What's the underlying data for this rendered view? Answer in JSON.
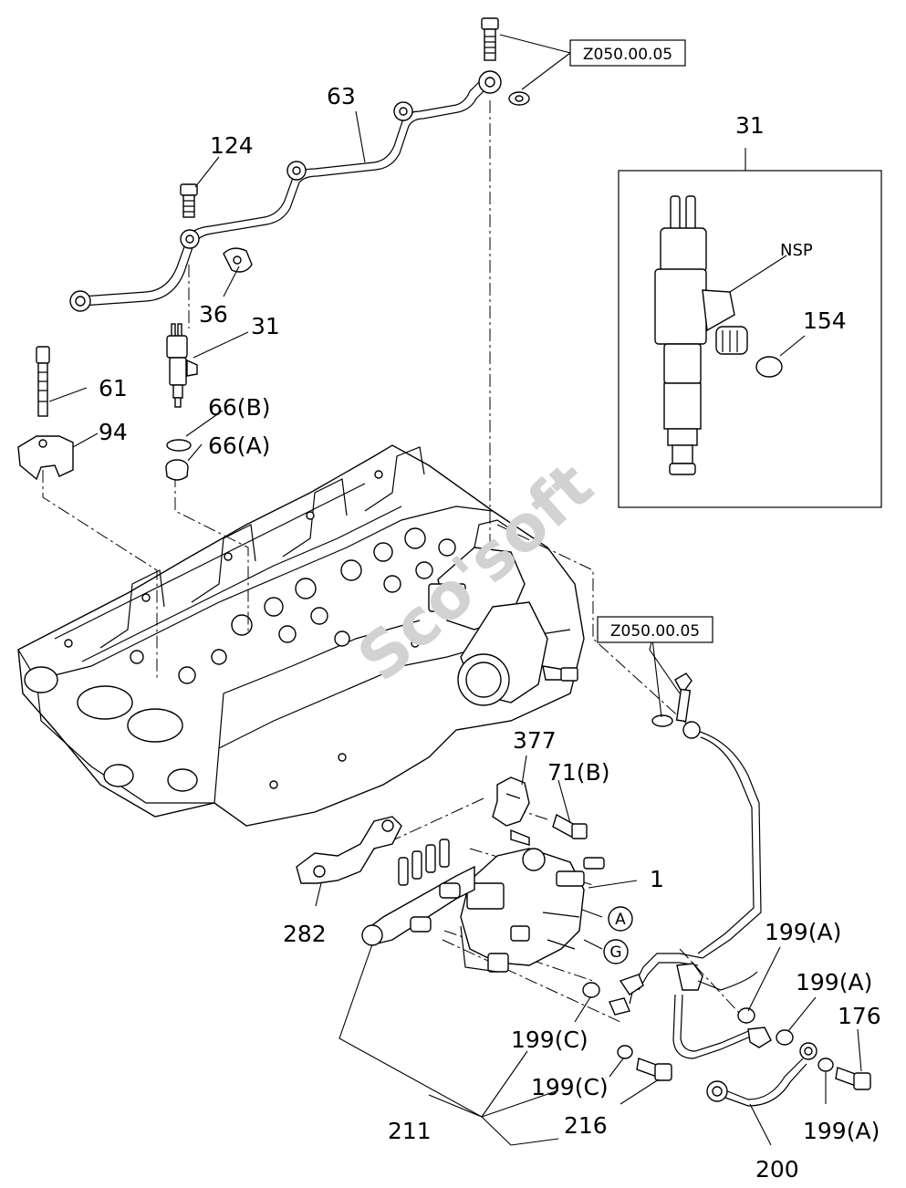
{
  "watermark": "Sco'soft",
  "reference_boxes": [
    {
      "id": "ref-top",
      "text": "Z050.00.05"
    },
    {
      "id": "ref-right",
      "text": "Z050.00.05"
    }
  ],
  "detail_box": {
    "title": "31",
    "note": "NSP",
    "part": "154"
  },
  "labels": {
    "p63": "63",
    "p124": "124",
    "p36": "36",
    "p31": "31",
    "p61": "61",
    "p94": "94",
    "p66b": "66(B)",
    "p66a": "66(A)",
    "p377": "377",
    "p71b": "71(B)",
    "p1": "1",
    "p282": "282",
    "p199a_1": "199(A)",
    "p199a_2": "199(A)",
    "p199a_3": "199(A)",
    "p176": "176",
    "p199c_1": "199(C)",
    "p199c_2": "199(C)",
    "p216": "216",
    "p211": "211",
    "p200": "200"
  },
  "circle_refs": {
    "a": "A",
    "g": "G"
  },
  "colors": {
    "line": "#000000",
    "background": "#ffffff",
    "watermark": "#d2d2d2"
  }
}
